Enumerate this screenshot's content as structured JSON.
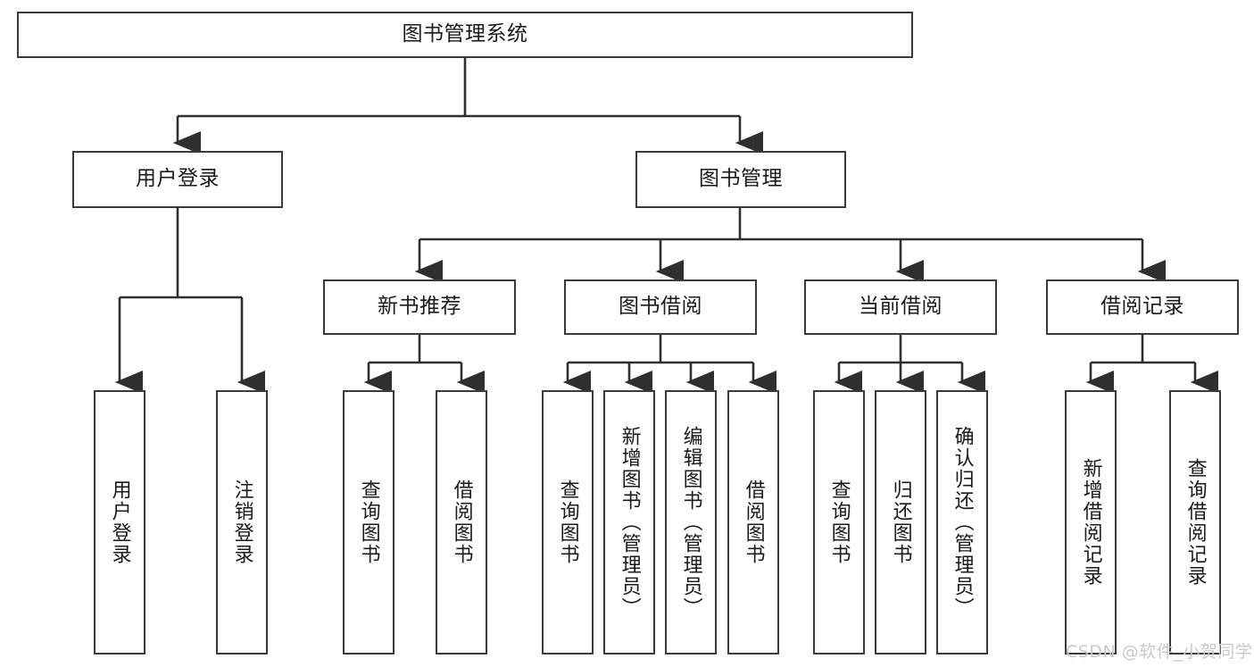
{
  "diagram": {
    "title": "图书管理系统",
    "type": "tree-hierarchy",
    "root": {
      "label": "图书管理系统"
    },
    "level1": [
      {
        "label": "用户登录"
      },
      {
        "label": "图书管理"
      }
    ],
    "level2": [
      {
        "label": "新书推荐"
      },
      {
        "label": "图书借阅"
      },
      {
        "label": "当前借阅"
      },
      {
        "label": "借阅记录"
      }
    ],
    "leaves": {
      "user_login": [
        {
          "label": "用户登录"
        },
        {
          "label": "注销登录"
        }
      ],
      "new_book_recommend": [
        {
          "label": "查询图书"
        },
        {
          "label": "借阅图书"
        }
      ],
      "book_borrow": [
        {
          "label": "查询图书"
        },
        {
          "label": "新增图书（管理员）"
        },
        {
          "label": "编辑图书（管理员）"
        },
        {
          "label": "借阅图书"
        }
      ],
      "current_borrow": [
        {
          "label": "查询图书"
        },
        {
          "label": "归还图书"
        },
        {
          "label": "确认归还（管理员）"
        }
      ],
      "borrow_record": [
        {
          "label": "新增借阅记录"
        },
        {
          "label": "查询借阅记录"
        }
      ]
    }
  },
  "watermark": {
    "text": "CSDN @软件_小贺同学"
  },
  "colors": {
    "border": "#3a3a3a",
    "text": "#1a1a1a",
    "background": "#ffffff",
    "connector": "#2f2f2f",
    "watermark": "#c9c9c9"
  }
}
